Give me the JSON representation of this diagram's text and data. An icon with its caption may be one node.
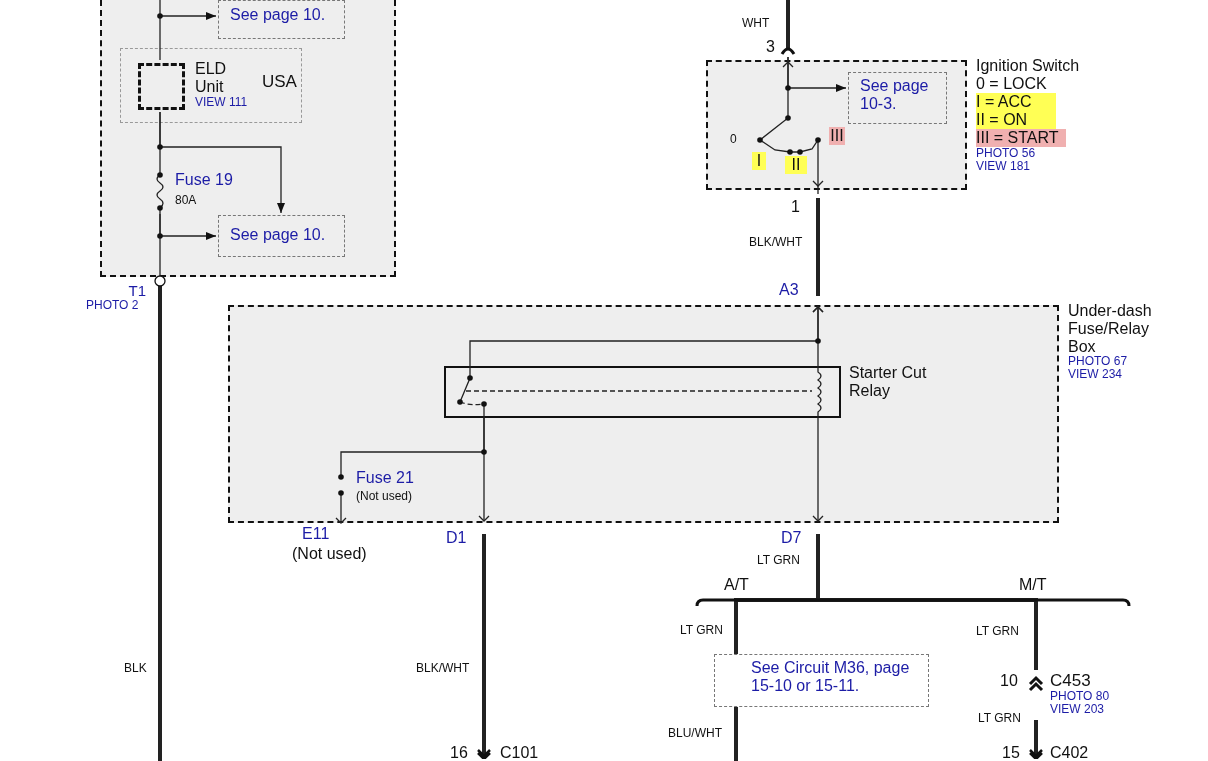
{
  "diagram": {
    "nodes": [
      {
        "text": [],
        "shape": "box"
      },
      {
        "text": [
          "See page 10."
        ],
        "in": 0
      },
      {
        "text": [
          "USA"
        ],
        "in": 0
      },
      {
        "text": [
          "ELD Unit",
          "VIEW 111"
        ],
        "in": 2
      },
      {
        "text": [
          "Fuse 19",
          "80A"
        ],
        "in": 0
      },
      {
        "text": [
          "See page 10."
        ],
        "in": 0
      },
      {
        "text": [
          "T1",
          "PHOTO 2"
        ]
      },
      {
        "text": [
          "Ignition Switch",
          "0 = LOCK",
          "I = ACC",
          "II = ON",
          "III = START",
          "PHOTO 56 VIEW 181"
        ]
      },
      {
        "text": [
          "See page 10-3."
        ],
        "in": 7
      },
      {
        "text": [
          "3"
        ]
      },
      {
        "text": [
          "1"
        ]
      },
      {
        "text": [
          "Under-dash Fuse/Relay Box",
          "PHOTO 67 VIEW 234"
        ]
      },
      {
        "text": [
          "A3"
        ]
      },
      {
        "text": [
          "Starter Cut Relay"
        ],
        "in": 11
      },
      {
        "text": [
          "Fuse 21",
          "(Not used)"
        ],
        "in": 11
      },
      {
        "text": [
          "E11"
        ],
        "beside": [
          "(Not used)"
        ]
      },
      {
        "text": [
          "D1"
        ]
      },
      {
        "text": [
          "D7"
        ]
      },
      {
        "text": [
          "See Circuit M36, page 15-10 or 15-11."
        ]
      },
      {
        "text": [
          "C453",
          "PHOTO 80 VIEW 203"
        ],
        "beside": [
          "10"
        ]
      },
      {
        "text": [
          "C101"
        ],
        "beside": [
          "16"
        ]
      },
      {
        "text": [
          "C402"
        ],
        "beside": [
          "15"
        ]
      }
    ],
    "edges": [
      {
        "from": null,
        "to": 9,
        "arrow": "none",
        "label": "WHT",
        "style": "thick"
      },
      {
        "from": 9,
        "to": 8,
        "arrow": "to"
      },
      {
        "from": 9,
        "to": 10,
        "arrow": "none"
      },
      {
        "from": 10,
        "to": 12,
        "arrow": "none",
        "label": "BLK/WHT",
        "style": "thick"
      },
      {
        "from": 13,
        "to": 12,
        "arrow": "to"
      },
      {
        "from": 13,
        "to": 12,
        "arrow": "to"
      },
      {
        "from": 13,
        "to": 16,
        "arrow": "to"
      },
      {
        "from": 13,
        "to": 17,
        "arrow": "to"
      },
      {
        "from": 13,
        "to": 14,
        "arrow": "none"
      },
      {
        "from": 14,
        "to": 15,
        "arrow": "to"
      },
      {
        "from": 16,
        "to": 20,
        "arrow": "to",
        "label": "BLK/WHT",
        "style": "thick"
      },
      {
        "from": 17,
        "to": 18,
        "arrow": "none",
        "label": "LT GRN",
        "style": "thick"
      },
      {
        "from": 17,
        "to": 19,
        "arrow": "none",
        "label": "LT GRN",
        "style": "thick"
      },
      {
        "from": 18,
        "to": null,
        "arrow": "none",
        "label": "BLU/WHT",
        "style": "thick"
      },
      {
        "from": 19,
        "to": 21,
        "arrow": "to",
        "label": "LT GRN",
        "style": "thick"
      },
      {
        "from": null,
        "to": 3,
        "arrow": "none"
      },
      {
        "from": null,
        "to": 1,
        "arrow": "to"
      },
      {
        "from": 3,
        "to": 4,
        "arrow": "none"
      },
      {
        "from": 3,
        "to": 5,
        "arrow": "to"
      },
      {
        "from": 4,
        "to": 5,
        "arrow": "to"
      },
      {
        "from": 4,
        "to": 6,
        "arrow": "none"
      },
      {
        "from": 6,
        "to": null,
        "arrow": "none",
        "label": "BLK",
        "style": "thick"
      }
    ],
    "labels": [
      "0",
      "I",
      "II",
      "III",
      "LT GRN",
      "A/T",
      "M/T"
    ]
  }
}
